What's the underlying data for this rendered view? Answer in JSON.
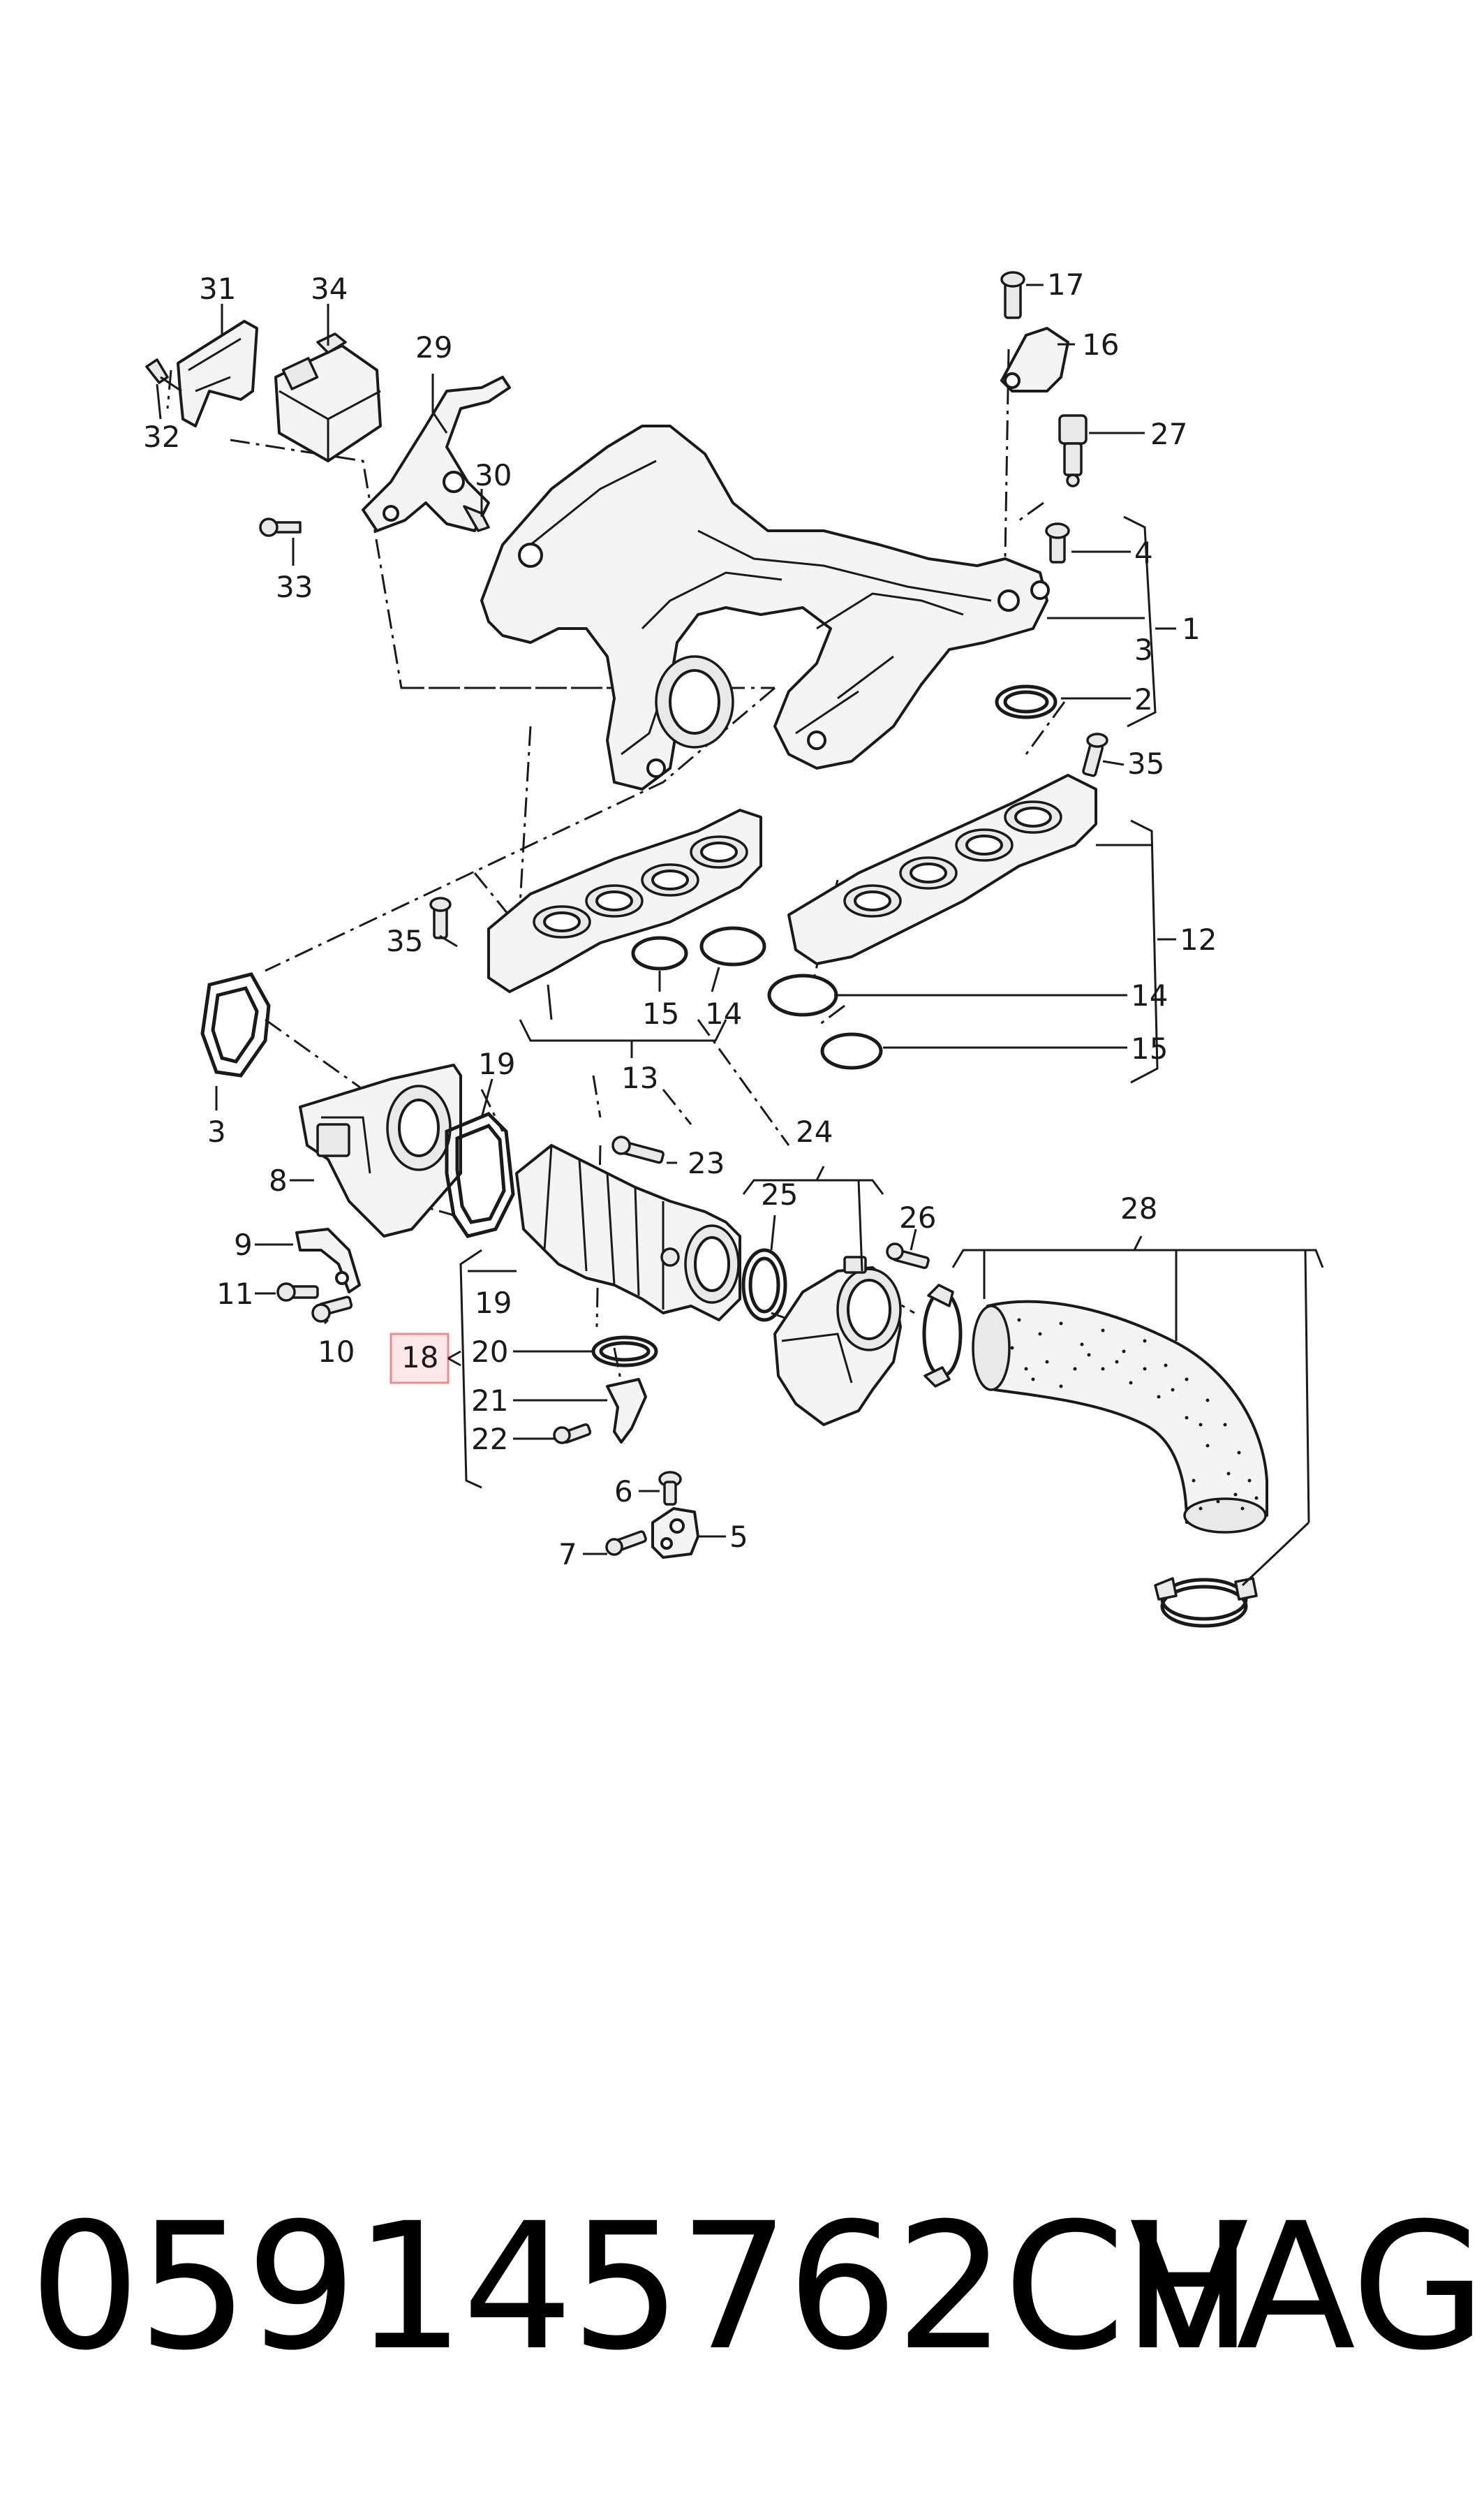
{
  "callouts": {
    "c1": "1",
    "c2": "2",
    "c3a": "3",
    "c3b": "3",
    "c4": "4",
    "c5": "5",
    "c6": "6",
    "c7": "7",
    "c8": "8",
    "c9": "9",
    "c10": "10",
    "c11": "11",
    "c12": "12",
    "c13": "13",
    "c14a": "14",
    "c14b": "14",
    "c15a": "15",
    "c15b": "15",
    "c16": "16",
    "c17": "17",
    "c18": "18",
    "c19a": "19",
    "c19b": "19",
    "c20": "20",
    "c21": "21",
    "c22": "22",
    "c23": "23",
    "c24": "24",
    "c25": "25",
    "c26": "26",
    "c27": "27",
    "c28": "28",
    "c29": "29",
    "c30": "30",
    "c31": "31",
    "c32": "32",
    "c33": "33",
    "c34": "34",
    "c35a": "35",
    "c35b": "35"
  },
  "highlighted_callout": "18",
  "highlight_color": "#f08a8a",
  "highlight_fill": "#fde7e7",
  "footer": {
    "part_number": "059145762CH",
    "brand": "VAG"
  }
}
